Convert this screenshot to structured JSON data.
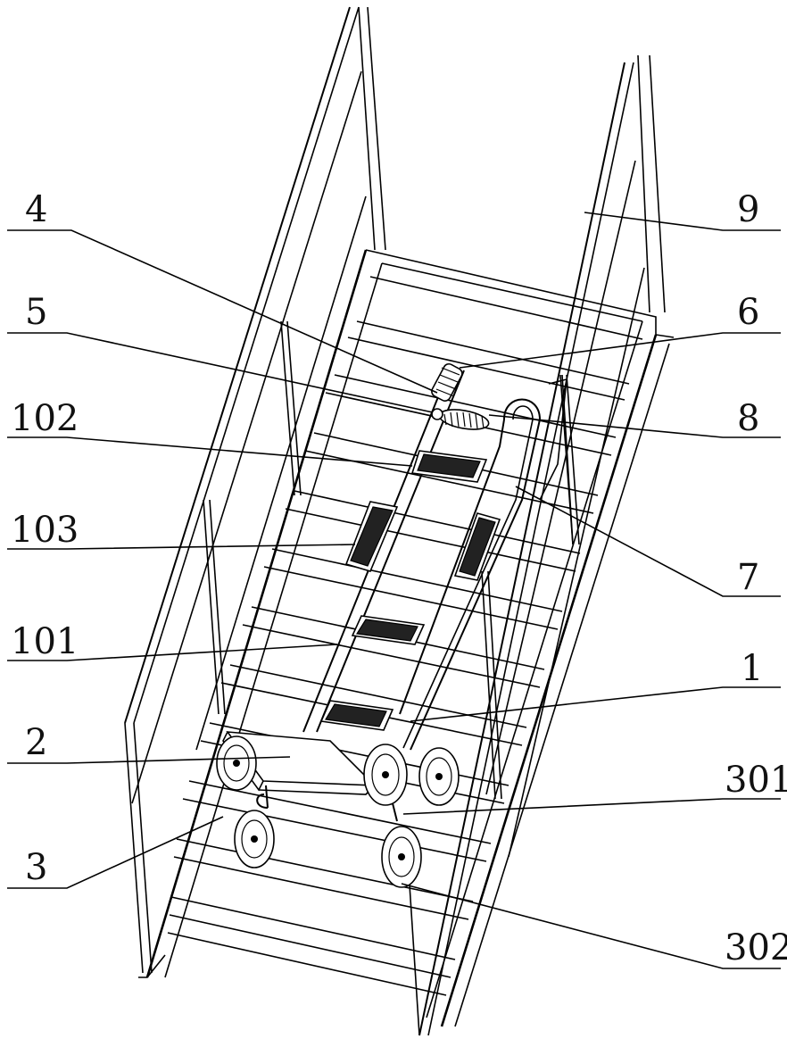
{
  "figure": {
    "labels_left": [
      "4",
      "5",
      "102",
      "103",
      "101",
      "2",
      "3"
    ],
    "labels_right": [
      "9",
      "6",
      "8",
      "7",
      "1",
      "301",
      "302"
    ]
  }
}
